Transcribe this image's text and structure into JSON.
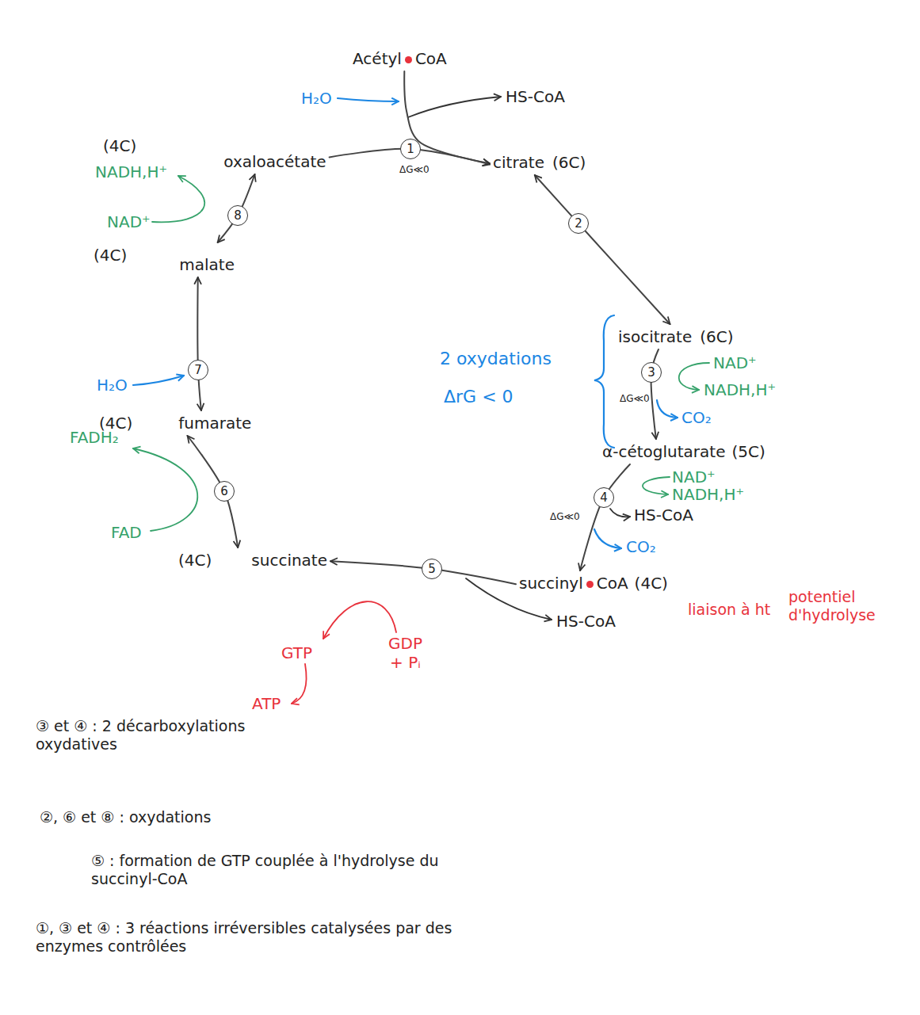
{
  "diagram": {
    "nodes": [
      {
        "text": [
          "Acétyl",
          "CoA"
        ]
      },
      {
        "text": [
          "citrate",
          "(6C)"
        ]
      },
      {
        "text": [
          "isocitrate",
          "(6C)"
        ]
      },
      {
        "text": [
          "α-cétoglutarate",
          "(5C)"
        ]
      },
      {
        "text": [
          "succinyl",
          "CoA",
          "(4C)"
        ]
      },
      {
        "text": [
          "(4C)",
          "succinate"
        ]
      },
      {
        "text": [
          "(4C)",
          "fumarate"
        ]
      },
      {
        "text": [
          "(4C)",
          "malate"
        ]
      },
      {
        "text": [
          "(4C)",
          "oxaloacétate"
        ]
      }
    ],
    "edges": [
      {
        "from": 0,
        "to": 1,
        "arrow": "to"
      },
      {
        "from": 8,
        "to": 1,
        "arrow": "to",
        "label": "1"
      },
      {
        "from": 1,
        "to": 2,
        "arrow": "both",
        "label": "2"
      },
      {
        "from": 2,
        "to": 3,
        "arrow": "to",
        "label": "3"
      },
      {
        "from": 3,
        "to": 4,
        "arrow": "to",
        "label": "4"
      },
      {
        "from": 4,
        "to": 5,
        "arrow": "to",
        "label": "5"
      },
      {
        "from": 5,
        "to": 6,
        "arrow": "both",
        "label": "6"
      },
      {
        "from": 6,
        "to": 7,
        "arrow": "both",
        "label": "7"
      },
      {
        "from": 7,
        "to": 8,
        "arrow": "both",
        "label": "8"
      }
    ],
    "labels": [
      "H₂O",
      "HS-CoA",
      "ΔG≪0",
      "NADH,H⁺",
      "NAD⁺",
      "H₂O",
      "FADH₂",
      "FAD",
      "NAD⁺",
      "NADH,H⁺",
      "ΔG≪0",
      "CO₂",
      "2 oxydations",
      "ΔrG < 0",
      "NAD⁺",
      "NADH,H⁺",
      "HS-CoA",
      "ΔG≪0",
      "CO₂",
      "HS-CoA",
      "GDP + Pᵢ",
      "GTP",
      "ATP",
      "liaison à ht",
      "potentiel d'hydrolyse",
      "③ et ④ : 2 décarboxylations oxydatives",
      "②, ⑥ et ⑧ : oxydations",
      "⑤ : formation de GTP couplée à l'hydrolyse du succinyl-CoA",
      "①, ③ et ④ : 3 réactions irréversibles catalysées par des enzymes contrôlées"
    ]
  }
}
